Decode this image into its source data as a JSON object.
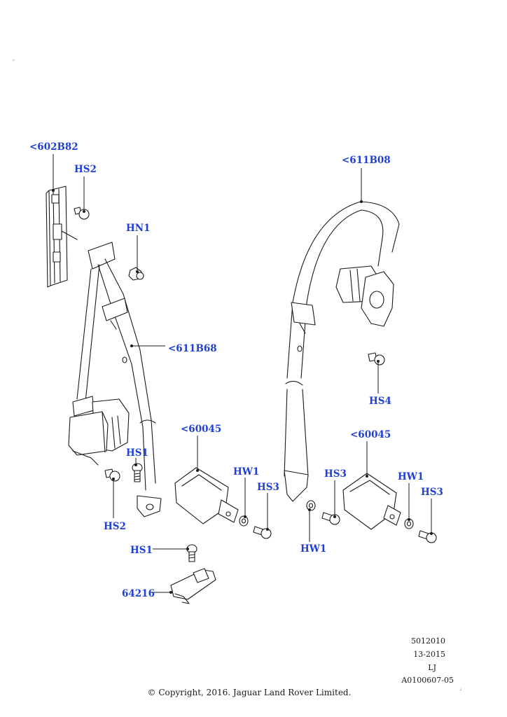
{
  "accent_color": "#1f3fd6",
  "callouts": {
    "c602b82": "<602B82",
    "hs2_top": "HS2",
    "hn1": "HN1",
    "c611b68": "<611B68",
    "hs1_mid": "HS1",
    "hs2_bottom": "HS2",
    "c60045_left": "<60045",
    "hw1_left": "HW1",
    "hs3_left": "HS3",
    "hs1_bottom": "HS1",
    "c64216": "64216",
    "c611b08": "<611B08",
    "hs4": "HS4",
    "hs3_mid": "HS3",
    "hw1_mid": "HW1",
    "c60045_right": "<60045",
    "hw1_right": "HW1",
    "hs3_right": "HS3"
  },
  "meta": {
    "code": "5012010",
    "date": "13-2015",
    "initials": "LJ",
    "ref": "A0100607-05"
  },
  "copyright": "© Copyright, 2016. Jaguar Land Rover Limited."
}
